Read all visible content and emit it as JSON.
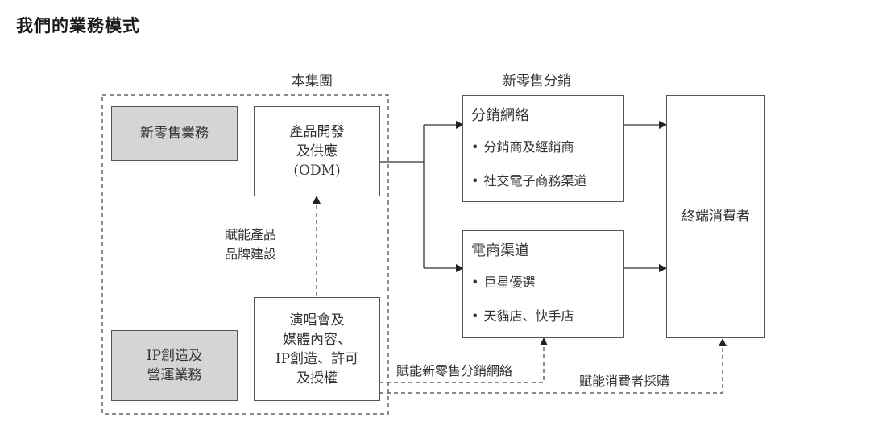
{
  "title": "我們的業務模式",
  "sections": {
    "group": "本集團",
    "distribution": "新零售分銷"
  },
  "boxes": {
    "new_retail": "新零售業務",
    "ip_business": [
      "IP創造及",
      "營運業務"
    ],
    "odm": [
      "產品開發",
      "及供應",
      "(ODM)"
    ],
    "concert": [
      "演唱會及",
      "媒體內容、",
      "IP創造、許可",
      "及授權"
    ],
    "dist_network": {
      "title": "分銷網絡",
      "items": [
        "分銷商及經銷商",
        "社交電子商務渠道"
      ]
    },
    "ecommerce": {
      "title": "電商渠道",
      "items": [
        "巨星優選",
        "天貓店、快手店"
      ]
    },
    "consumer": "終端消費者"
  },
  "edge_labels": {
    "empower_product": [
      "賦能產品",
      "品牌建設"
    ],
    "empower_distribution": "賦能新零售分銷網絡",
    "empower_consumer": "賦能消費者採購"
  },
  "colors": {
    "grey_fill": "#d4d5d7",
    "line": "#333333"
  }
}
